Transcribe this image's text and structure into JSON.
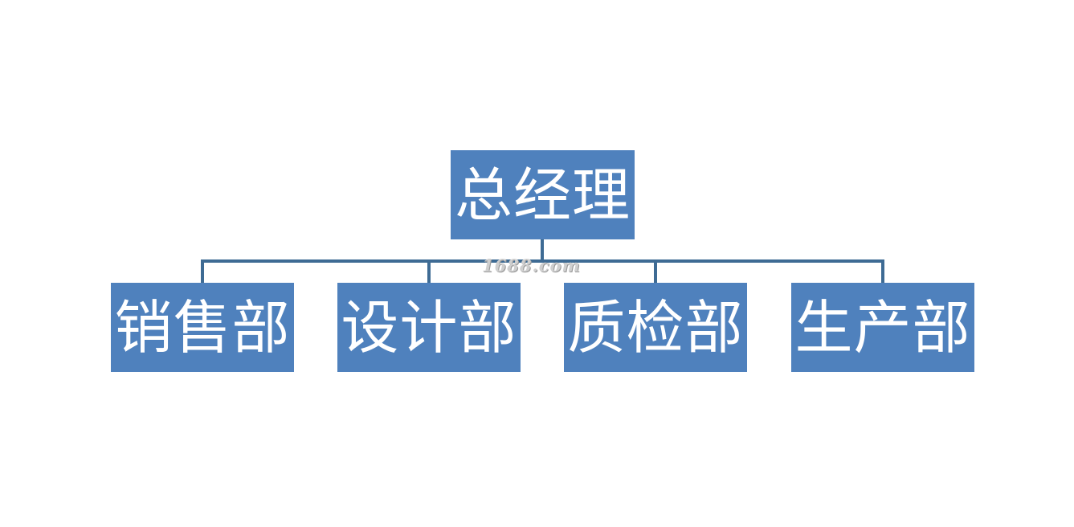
{
  "diagram": {
    "root": {
      "label": "总经理"
    },
    "children": [
      {
        "label": "销售部"
      },
      {
        "label": "设计部"
      },
      {
        "label": "质检部"
      },
      {
        "label": "生产部"
      }
    ]
  },
  "watermark": {
    "text": "1688.com"
  },
  "colors": {
    "node_fill": "#4f81bd",
    "node_text": "#ffffff",
    "connector": "#3e6b94",
    "background": "#ffffff"
  }
}
